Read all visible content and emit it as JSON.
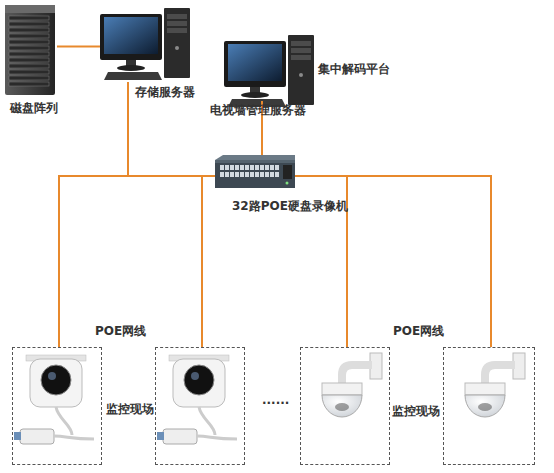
{
  "diagram": {
    "nodes": [
      {
        "text": [
          "磁盘阵列"
        ]
      },
      {
        "text": [
          "存储服务器"
        ]
      },
      {
        "text": [
          "电视墙管理服务器"
        ]
      },
      {
        "text": [
          "32路POE硬盘录像机"
        ]
      },
      {
        "text": []
      },
      {
        "text": []
      },
      {
        "text": []
      },
      {
        "text": []
      }
    ],
    "edges": [
      {
        "from": 0,
        "to": 1,
        "arrow": "none"
      },
      {
        "from": 1,
        "to": 3,
        "arrow": "none"
      },
      {
        "from": 2,
        "to": 3,
        "arrow": "none"
      },
      {
        "from": 3,
        "to": 4,
        "arrow": "none"
      },
      {
        "from": 3,
        "to": 5,
        "arrow": "none"
      },
      {
        "from": 3,
        "to": 6,
        "arrow": "none"
      },
      {
        "from": 3,
        "to": 7,
        "arrow": "none"
      }
    ],
    "labels": [
      "集中解码平台",
      "POE网线",
      "POE网线",
      "监控现场",
      "监控现场",
      "......"
    ]
  }
}
